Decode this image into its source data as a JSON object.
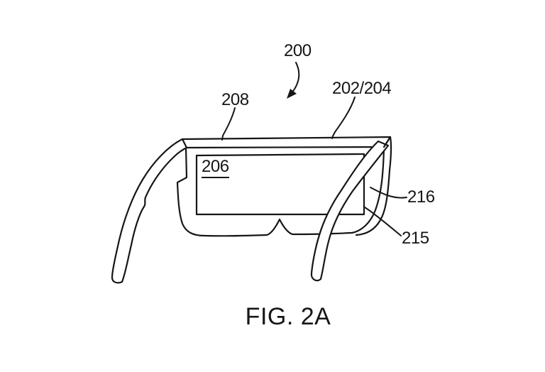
{
  "figure": {
    "caption": "FIG. 2A",
    "labels": {
      "ref200": "200",
      "ref202_204": "202/204",
      "ref208": "208",
      "ref206": "206",
      "ref216": "216",
      "ref215": "215"
    }
  },
  "colors": {
    "ink": "#161616",
    "background": "#ffffff"
  }
}
